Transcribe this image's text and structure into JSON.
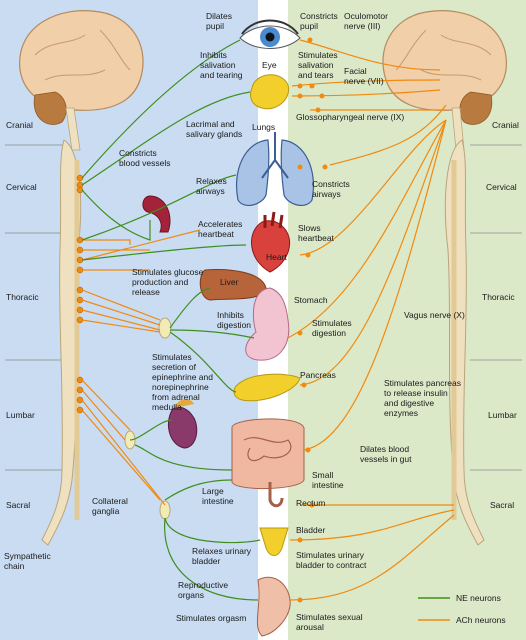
{
  "colors": {
    "background_left": "#c9dcf2",
    "background_right": "#dbe9c9",
    "center_band": "#ffffff",
    "ne_line": "#3f8f1f",
    "ach_line": "#f08a10",
    "brain": "#f1cfa8",
    "cerebellum": "#b87a3e",
    "spinal": "#efe1bf"
  },
  "regions": [
    "Cranial",
    "Cervical",
    "Thoracic",
    "Lumbar",
    "Sacral"
  ],
  "left_labels": {
    "sympathetic_chain": [
      "Sympathetic",
      "chain"
    ],
    "collateral_ganglia": [
      "Collateral",
      "ganglia"
    ]
  },
  "organs": {
    "eye": "Eye",
    "glands": [
      "Lacrimal and",
      "salivary glands"
    ],
    "lungs": "Lungs",
    "heart": "Heart",
    "liver": "Liver",
    "stomach": "Stomach",
    "pancreas": "Pancreas",
    "small_intestine": [
      "Small",
      "intestine"
    ],
    "large_intestine": [
      "Large",
      "intestine"
    ],
    "rectum": "Rectum",
    "bladder": "Bladder",
    "reproductive": [
      "Reproductive",
      "organs"
    ]
  },
  "sympathetic_effects": {
    "dilates_pupil": [
      "Dilates",
      "pupil"
    ],
    "inhibits_salivation": [
      "Inhibits",
      "salivation",
      "and tearing"
    ],
    "constricts_vessels": [
      "Constricts",
      "blood vessels"
    ],
    "relaxes_airways": [
      "Relaxes",
      "airways"
    ],
    "accelerates_heart": [
      "Accelerates",
      "heartbeat"
    ],
    "glucose": [
      "Stimulates glucose",
      "production and",
      "release"
    ],
    "inhibits_digestion": [
      "Inhibits",
      "digestion"
    ],
    "epinephrine": [
      "Stimulates",
      "secretion of",
      "epinephrine and",
      "norepinephrine",
      "from adrenal",
      "medulla"
    ],
    "relaxes_bladder": [
      "Relaxes urinary",
      "bladder"
    ],
    "orgasm": "Stimulates orgasm"
  },
  "parasympathetic_effects": {
    "constricts_pupil": [
      "Constricts",
      "pupil"
    ],
    "stimulates_salivation": [
      "Stimulates",
      "salivation",
      "and tears"
    ],
    "constricts_airways": [
      "Constricts",
      "airways"
    ],
    "slows_heart": [
      "Slows",
      "heartbeat"
    ],
    "stimulates_digestion": [
      "Stimulates",
      "digestion"
    ],
    "pancreas_insulin": [
      "Stimulates pancreas",
      "to release insulin",
      "and digestive",
      "enzymes"
    ],
    "dilates_gut": [
      "Dilates blood",
      "vessels in gut"
    ],
    "bladder_contract": [
      "Stimulates urinary",
      "bladder to contract"
    ],
    "sexual_arousal": [
      "Stimulates sexual",
      "arousal"
    ]
  },
  "nerves": {
    "oculomotor": [
      "Oculomotor",
      "nerve (III)"
    ],
    "facial": [
      "Facial",
      "nerve (VII)"
    ],
    "glossopharyngeal": "Glossopharyngeal nerve (IX)",
    "vagus": "Vagus nerve (X)"
  },
  "legend": [
    {
      "label": "NE neurons",
      "color": "#3f8f1f"
    },
    {
      "label": "ACh neurons",
      "color": "#f08a10"
    }
  ]
}
